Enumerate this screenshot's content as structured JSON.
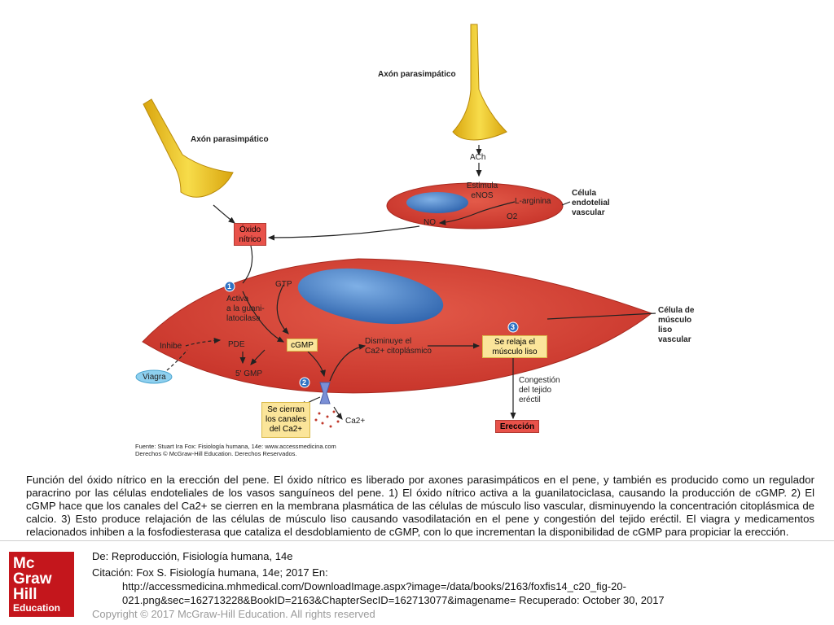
{
  "diagram": {
    "axon1_label": "Axón parasimpático",
    "axon2_label": "Axón parasimpático",
    "ach": "ACh",
    "stimulates_enos": "Estimula\neNOS",
    "l_arginine": "L-arginina",
    "no": "NO",
    "o2": "O2",
    "endothelial_cell": "Célula\nendotelial\nvascular",
    "nitric_oxide_box": "Óxido\nnítrico",
    "gtp": "GTP",
    "activates": "Activa\na la guani-\nlatocilasa",
    "smooth_muscle_cell": "Célula de\nmúsculo\nliso\nvascular",
    "inhibe": "Inhibe",
    "pde": "PDE",
    "cgmp": "cGMP",
    "five_gmp": "5' GMP",
    "decreases_ca": "Disminuye el\nCa2+ citoplásmico",
    "relax_box": "Se relaja el\nmúsculo liso",
    "viagra": "Viagra",
    "channels_box": "Se cierran\nlos canales\ndel Ca2+",
    "ca2": "Ca2+",
    "congestion": "Congestión\ndel tejido\neréctil",
    "erection_box": "Erección",
    "step1": "1",
    "step2": "2",
    "step3": "3",
    "source_line1": "Fuente: Stuart Ira Fox: Fisiología humana, 14e: www.accessmedicina.com",
    "source_line2": "Derechos © McGraw-Hill Education. Derechos Reservados."
  },
  "caption": "Función del óxido nítrico en la erección del pene. El óxido nítrico es liberado por axones parasimpáticos en el pene, y también es producido como un regulador paracrino por las células endoteliales de los vasos sanguíneos del pene. 1) El óxido nítrico activa a la guanilatociclasa, causando la producción de cGMP. 2) El cGMP hace que los canales del Ca2+ se cierren en la membrana plasmática de las células de músculo liso vascular, disminuyendo la concentración citoplásmica de calcio. 3) Esto produce relajación de las células de músculo liso causando vasodilatación en el pene y congestión del tejido eréctil. El viagra y medicamentos relacionados inhiben a la fosfodiesterasa que cataliza el desdoblamiento de cGMP, con lo que incrementan la disponibilidad de cGMP para propiciar la erección.",
  "footer": {
    "logo_line1": "Mc",
    "logo_line2": "Graw",
    "logo_line3": "Hill",
    "logo_line4": "Education",
    "from": "De: Reproducción, Fisiología humana, 14e",
    "citation_line1": "Citación: Fox S. Fisiología humana, 14e; 2017 En:",
    "citation_line2": "http://accessmedicina.mhmedical.com/DownloadImage.aspx?image=/data/books/2163/foxfis14_c20_fig-20-",
    "citation_line3": "021.png&sec=162713228&BookID=2163&ChapterSecID=162713077&imagename= Recuperado: October 30, 2017",
    "copyright": "Copyright © 2017 McGraw-Hill Education. All rights reserved"
  },
  "colors": {
    "cell_red": "#d9473a",
    "nucleus_blue": "#3d7cc9",
    "axon_yellow": "#f2c81e",
    "box_yellow": "#fbe59a",
    "box_red": "#e8524a",
    "logo_red": "#c4161c"
  }
}
